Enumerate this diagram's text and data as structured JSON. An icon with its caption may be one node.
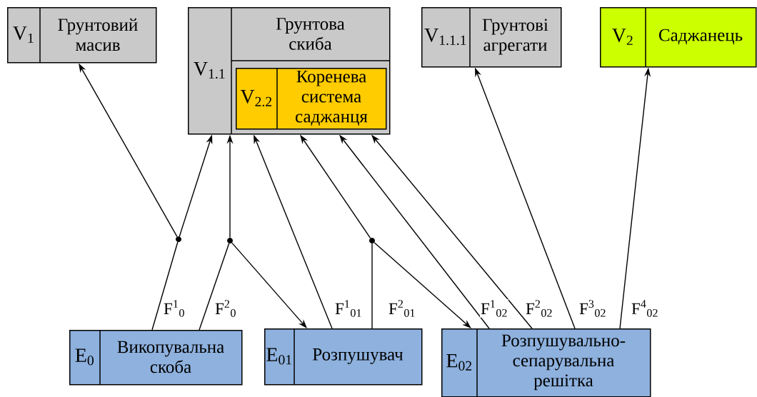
{
  "diagram": {
    "nodes": [
      {
        "text": [
          "V$_{1}$",
          "Грунтовий масив"
        ]
      },
      {
        "text": [
          "V$_{1.1}$",
          "Грунтова скиба"
        ]
      },
      {
        "text": [
          "V$_{2.2}$",
          "Коренева система саджанця"
        ],
        "in": 1
      },
      {
        "text": [
          "V$_{1.1.1}$",
          "Грунтові агрегати"
        ]
      },
      {
        "text": [
          "V$_{2}$",
          "Саджанець"
        ]
      },
      {
        "text": [
          "E$_{0}$",
          "Викопувальна скоба"
        ]
      },
      {
        "text": [
          "E$_{01}$",
          "Розпушувач"
        ]
      },
      {
        "text": [
          "E$_{02}$",
          "Розпушувально-сепарувальна решітка"
        ]
      },
      {
        "text": [],
        "shape": "circle"
      },
      {
        "text": [],
        "shape": "circle"
      },
      {
        "text": [],
        "shape": "circle"
      }
    ],
    "edges": [
      {
        "from": 5,
        "to": 8,
        "arrow": "none",
        "label": "F$^{1}$$_{0}$"
      },
      {
        "from": 8,
        "to": 0,
        "arrow": "to"
      },
      {
        "from": 8,
        "to": 1,
        "arrow": "to"
      },
      {
        "from": 5,
        "to": 9,
        "arrow": "none",
        "label": "F$^{2}$$_{0}$"
      },
      {
        "from": 9,
        "to": 1,
        "arrow": "to"
      },
      {
        "from": 9,
        "to": 6,
        "arrow": "to"
      },
      {
        "from": 6,
        "to": 1,
        "arrow": "to",
        "label": "F$^{1}$$_{01}$"
      },
      {
        "from": 6,
        "to": 10,
        "arrow": "none",
        "label": "F$^{2}$$_{01}$"
      },
      {
        "from": 10,
        "to": 1,
        "arrow": "to"
      },
      {
        "from": 10,
        "to": 7,
        "arrow": "to"
      },
      {
        "from": 7,
        "to": 1,
        "arrow": "to",
        "label": "F$^{1}$$_{02}$"
      },
      {
        "from": 7,
        "to": 1,
        "arrow": "to",
        "label": "F$^{2}$$_{02}$"
      },
      {
        "from": 7,
        "to": 3,
        "arrow": "to",
        "label": "F$^{3}$$_{02}$"
      },
      {
        "from": 7,
        "to": 4,
        "arrow": "to",
        "label": "F$^{4}$$_{02}$"
      }
    ]
  }
}
